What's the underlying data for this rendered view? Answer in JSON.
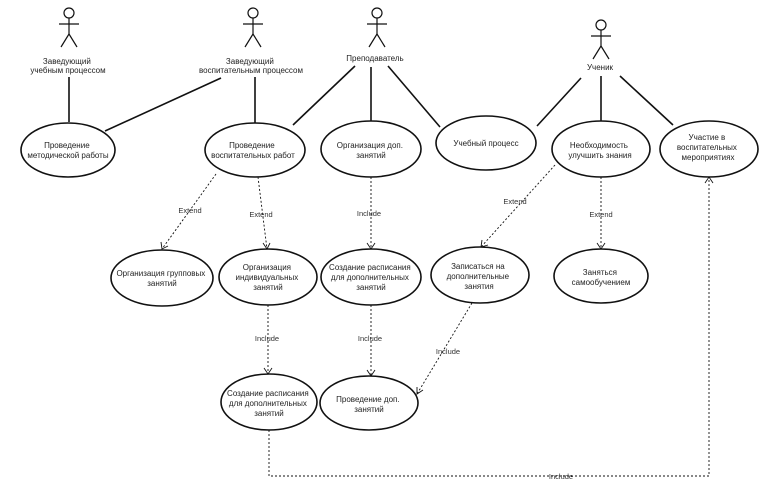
{
  "actors": [
    {
      "id": "a1",
      "lines": [
        "Заведующий",
        "учебным процессом"
      ]
    },
    {
      "id": "a2",
      "lines": [
        "Заведующий",
        "воспитательным процессом"
      ]
    },
    {
      "id": "a3",
      "lines": [
        "Преподаватель"
      ]
    },
    {
      "id": "a4",
      "lines": [
        "Ученик"
      ]
    }
  ],
  "use_cases": [
    {
      "id": "u1",
      "lines": [
        "Проведение",
        "методической работы"
      ]
    },
    {
      "id": "u2",
      "lines": [
        "Проведение",
        "воспитательных работ"
      ]
    },
    {
      "id": "u3",
      "lines": [
        "Организация доп.",
        "занятий"
      ]
    },
    {
      "id": "u4",
      "lines": [
        "Учебный процесс"
      ]
    },
    {
      "id": "u5",
      "lines": [
        "Необходимость",
        "улучшить знания"
      ]
    },
    {
      "id": "u6",
      "lines": [
        "Участие в",
        "воспитательных",
        "мероприятиях"
      ]
    },
    {
      "id": "u7",
      "lines": [
        "Организация групповых",
        "занятий"
      ]
    },
    {
      "id": "u8",
      "lines": [
        "Организация",
        "индивидуальных",
        "занятий"
      ]
    },
    {
      "id": "u9",
      "lines": [
        "Создание расписания",
        "для дополнительных",
        "занятий"
      ]
    },
    {
      "id": "u10",
      "lines": [
        "Записаться на",
        "дополнительные",
        "занятия"
      ]
    },
    {
      "id": "u11",
      "lines": [
        "Заняться",
        "самообучением"
      ]
    },
    {
      "id": "u12",
      "lines": [
        "Создание расписания",
        "для дополнительных",
        "занятий"
      ]
    },
    {
      "id": "u13",
      "lines": [
        "Проведение доп.",
        "занятий"
      ]
    }
  ],
  "relations": [
    {
      "from": "u2",
      "to": "u7",
      "label": "Extend"
    },
    {
      "from": "u2",
      "to": "u8",
      "label": "Extend"
    },
    {
      "from": "u3",
      "to": "u9",
      "label": "Include"
    },
    {
      "from": "u5",
      "to": "u10",
      "label": "Extend"
    },
    {
      "from": "u5",
      "to": "u11",
      "label": "Extend"
    },
    {
      "from": "u8",
      "to": "u12",
      "label": "Include"
    },
    {
      "from": "u9",
      "to": "u13",
      "label": "Include"
    },
    {
      "from": "u10",
      "to": "u13",
      "label": "Include"
    },
    {
      "from": "u12",
      "to": "u6",
      "label": "Include"
    }
  ],
  "associations": [
    {
      "actor": "a1",
      "use_case": "u1"
    },
    {
      "actor": "a2",
      "use_case": "u1"
    },
    {
      "actor": "a2",
      "use_case": "u2"
    },
    {
      "actor": "a3",
      "use_case": "u2"
    },
    {
      "actor": "a3",
      "use_case": "u3"
    },
    {
      "actor": "a3",
      "use_case": "u4"
    },
    {
      "actor": "a4",
      "use_case": "u4"
    },
    {
      "actor": "a4",
      "use_case": "u5"
    },
    {
      "actor": "a4",
      "use_case": "u6"
    }
  ]
}
